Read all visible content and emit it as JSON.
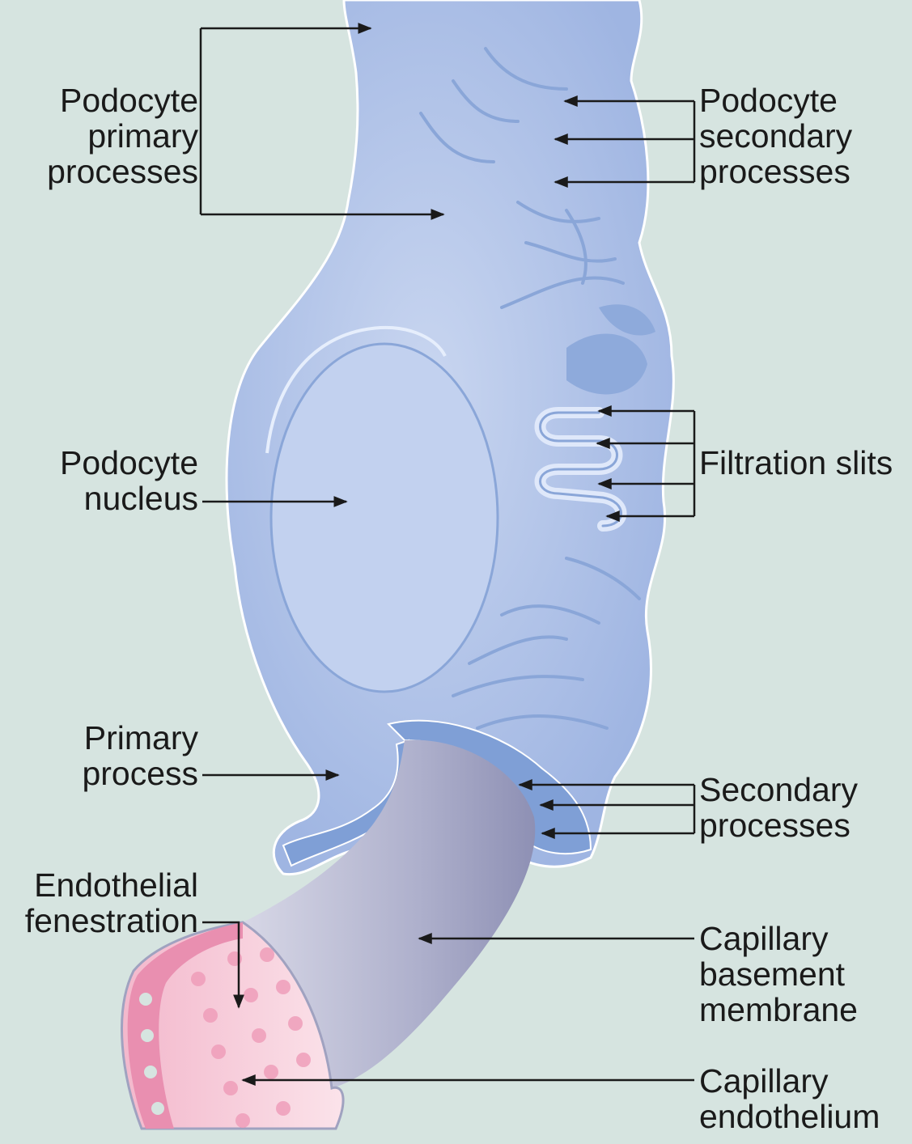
{
  "labels": {
    "podocyte_primary_processes": [
      "Podocyte",
      "primary",
      "processes"
    ],
    "podocyte_secondary_processes": [
      "Podocyte",
      "secondary",
      "processes"
    ],
    "podocyte_nucleus": [
      "Podocyte",
      "nucleus"
    ],
    "filtration_slits": [
      "Filtration slits"
    ],
    "primary_process": [
      "Primary",
      "process"
    ],
    "secondary_processes": [
      "Secondary",
      "processes"
    ],
    "endothelial_fenestration": [
      "Endothelial",
      "fenestration"
    ],
    "capillary_basement_membrane": [
      "Capillary",
      "basement",
      "membrane"
    ],
    "capillary_endothelium": [
      "Capillary",
      "endothelium"
    ]
  },
  "colors": {
    "background": "#d6e4e0",
    "cell_body": "#a9bde6",
    "cell_dark": "#8aa6d8",
    "outline": "#ffffff",
    "basement_membrane": "#a8a9c4",
    "endothelium": "#f4c6d6",
    "endothelium_dark": "#e98fb0",
    "leader_line": "#1a1a1a"
  }
}
